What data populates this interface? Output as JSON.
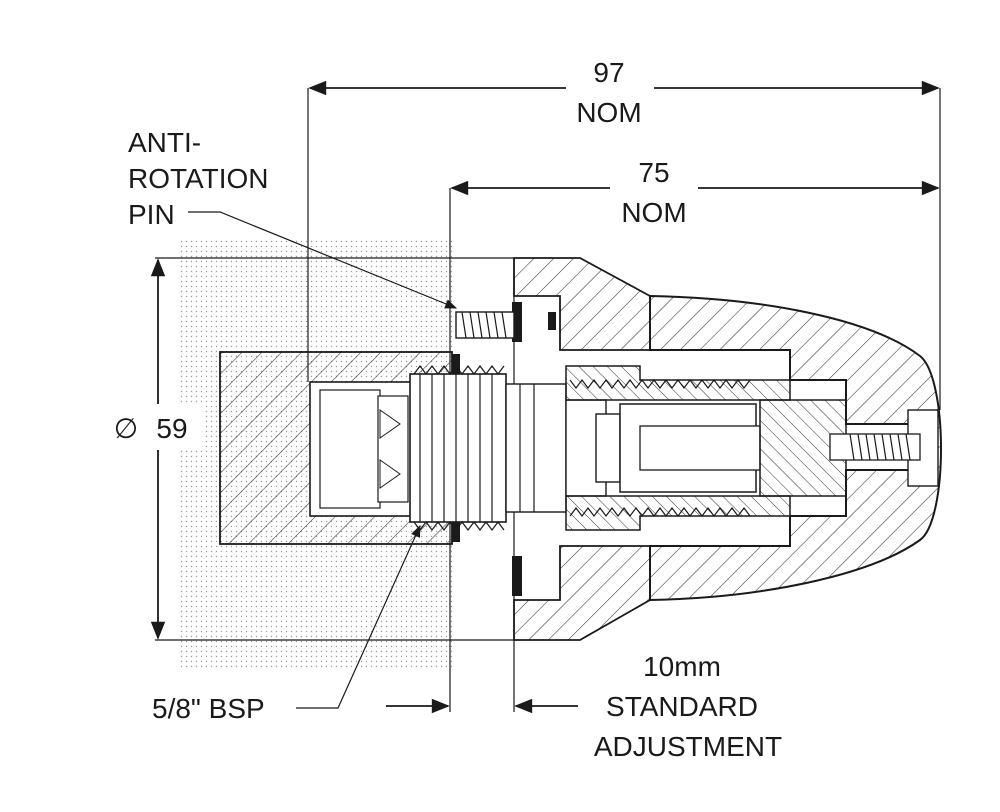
{
  "dimensions": {
    "overall_length": {
      "value": "97",
      "unit": "NOM"
    },
    "body_length": {
      "value": "75",
      "unit": "NOM"
    },
    "diameter": {
      "symbol": "∅",
      "value": "59"
    },
    "adjustment": {
      "value": "10mm",
      "line2": "STANDARD",
      "line3": "ADJUSTMENT"
    }
  },
  "callouts": {
    "pin": {
      "line1": "ANTI-",
      "line2": "ROTATION",
      "line3": "PIN"
    },
    "thread": "5/8\" BSP"
  }
}
